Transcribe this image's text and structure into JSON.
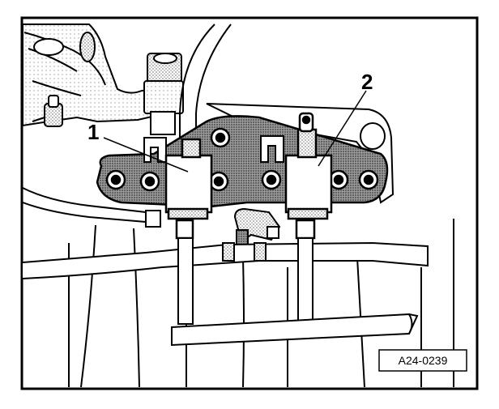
{
  "figure": {
    "callouts": [
      {
        "label": "1"
      },
      {
        "label": "2"
      }
    ],
    "reference_code": "A24-0239"
  }
}
